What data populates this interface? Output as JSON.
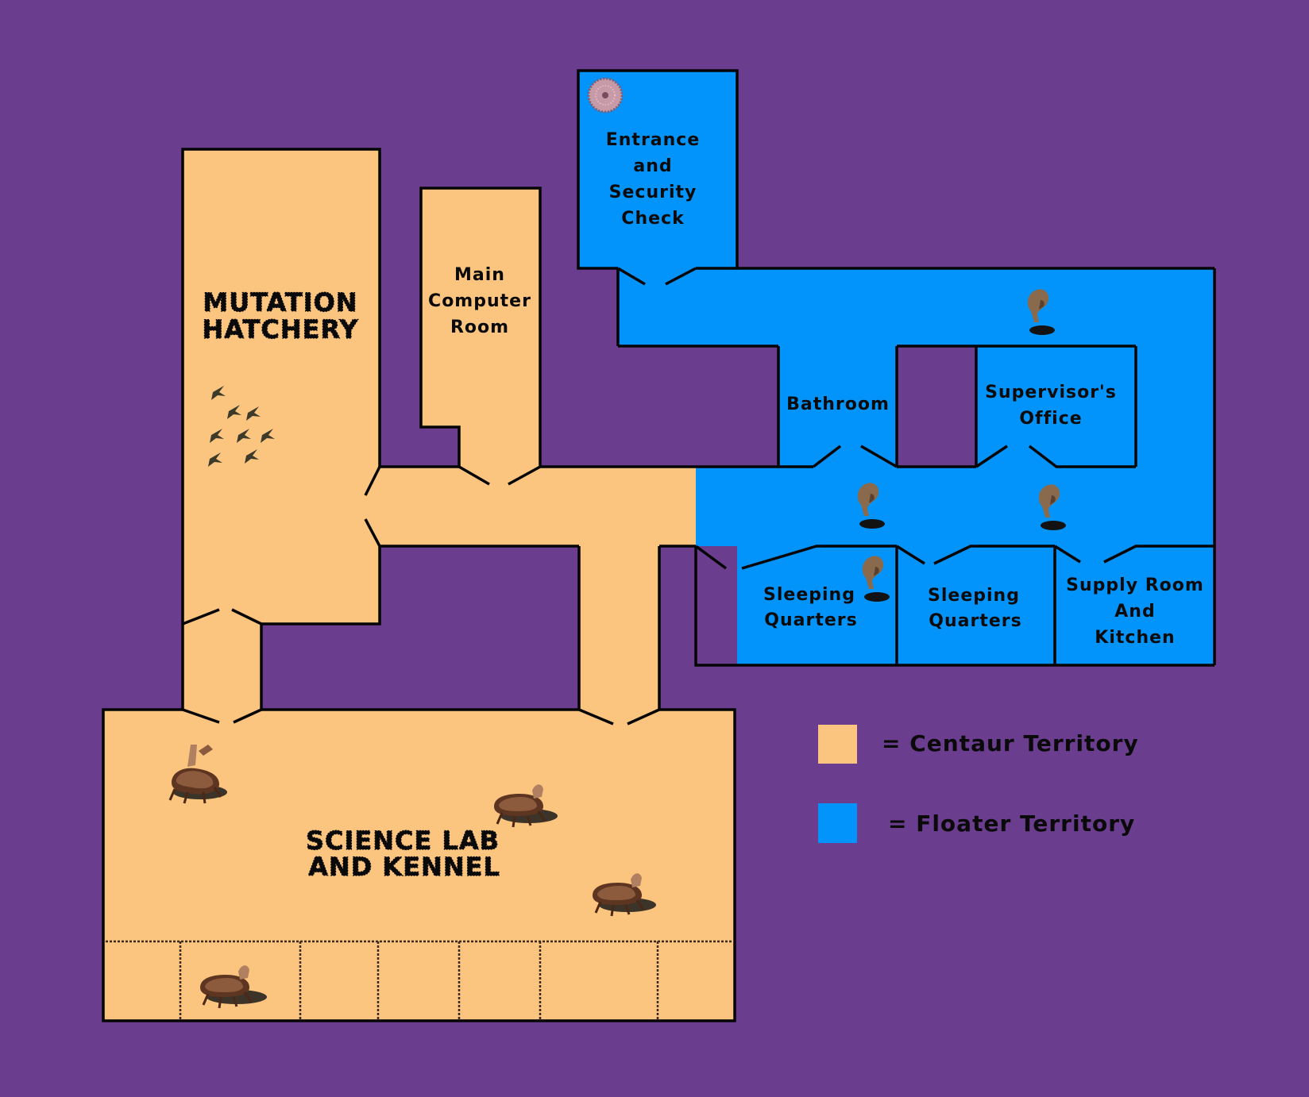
{
  "colors": {
    "background": "#6a3d8e",
    "centaur": "#fbc580",
    "floater": "#0294fa",
    "walls": "#050505"
  },
  "rooms": {
    "mutation_hatchery": {
      "line1": "MUTATION",
      "line2": "HATCHERY",
      "territory": "centaur"
    },
    "main_computer": {
      "line1": "Main",
      "line2": "Computer",
      "line3": "Room",
      "territory": "centaur"
    },
    "entrance": {
      "line1": "Entrance",
      "line2": "and",
      "line3": "Security",
      "line4": "Check",
      "territory": "floater"
    },
    "bathroom": {
      "line1": "Bathroom",
      "territory": "floater"
    },
    "supervisor": {
      "line1": "Supervisor's",
      "line2": "Office",
      "territory": "floater"
    },
    "sleeping_1": {
      "line1": "Sleeping",
      "line2": "Quarters",
      "territory": "floater"
    },
    "sleeping_2": {
      "line1": "Sleeping",
      "line2": "Quarters",
      "territory": "floater"
    },
    "supply": {
      "line1": "Supply Room",
      "line2": "And",
      "line3": "Kitchen",
      "territory": "floater"
    },
    "science_lab": {
      "line1": "SCIENCE LAB",
      "line2": "AND KENNEL",
      "territory": "centaur"
    }
  },
  "legend": {
    "centaur_label": "= Centaur Territory",
    "floater_label": "= Floater Territory"
  },
  "icons": {
    "entrance_marker": "round-seal-icon",
    "floater": "floater-creature-icon",
    "centaur": "centaur-creature-icon",
    "mutant": "small-mutant-icon"
  }
}
